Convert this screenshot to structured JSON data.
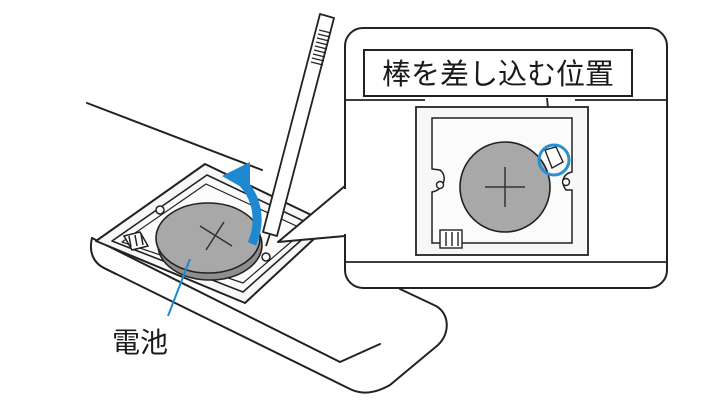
{
  "callout": {
    "title": "棒を差し込む位置"
  },
  "labels": {
    "battery": "電池"
  },
  "colors": {
    "battery_fill": "#a8a8a8",
    "highlight_ring": "#2b8fd1",
    "arrow": "#1e88d0",
    "outline": "#222222",
    "compartment_fill": "#f7f7f7"
  },
  "icons": {
    "battery_plus": "plus-sign",
    "lift_arrow": "curved-arrow-up"
  }
}
